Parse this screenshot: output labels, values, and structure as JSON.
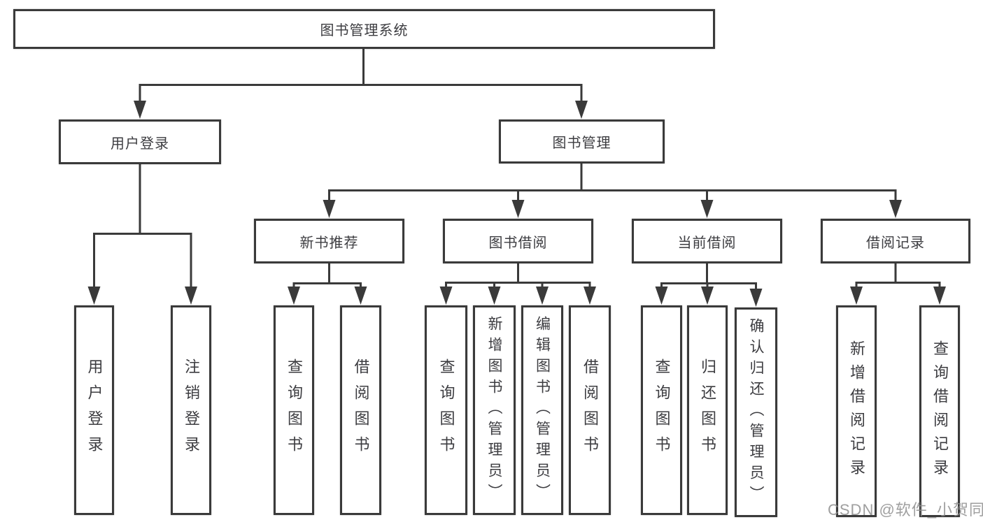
{
  "diagram": {
    "root": {
      "label": "图书管理系统"
    },
    "branches": [
      {
        "label": "用户登录",
        "children": [
          {
            "label": "用户登录"
          },
          {
            "label": "注销登录"
          }
        ]
      },
      {
        "label": "图书管理",
        "children": [
          {
            "label": "新书推荐",
            "children": [
              {
                "label": "查询图书"
              },
              {
                "label": "借阅图书"
              }
            ]
          },
          {
            "label": "图书借阅",
            "children": [
              {
                "label": "查询图书"
              },
              {
                "label": "新增图书（管理员）"
              },
              {
                "label": "编辑图书（管理员）"
              },
              {
                "label": "借阅图书"
              }
            ]
          },
          {
            "label": "当前借阅",
            "children": [
              {
                "label": "查询图书"
              },
              {
                "label": "归还图书"
              },
              {
                "label": "确认归还（管理员）"
              }
            ]
          },
          {
            "label": "借阅记录",
            "children": [
              {
                "label": "新增借阅记录"
              },
              {
                "label": "查询借阅记录"
              }
            ]
          }
        ]
      }
    ]
  },
  "watermark": {
    "text": "CSDN @软件_小贺同学"
  },
  "colors": {
    "line": "#3a3a3a",
    "box_border": "#3a3a3a",
    "text": "#3c3c40",
    "watermark": "#8e8e8e",
    "background": "#ffffff"
  }
}
